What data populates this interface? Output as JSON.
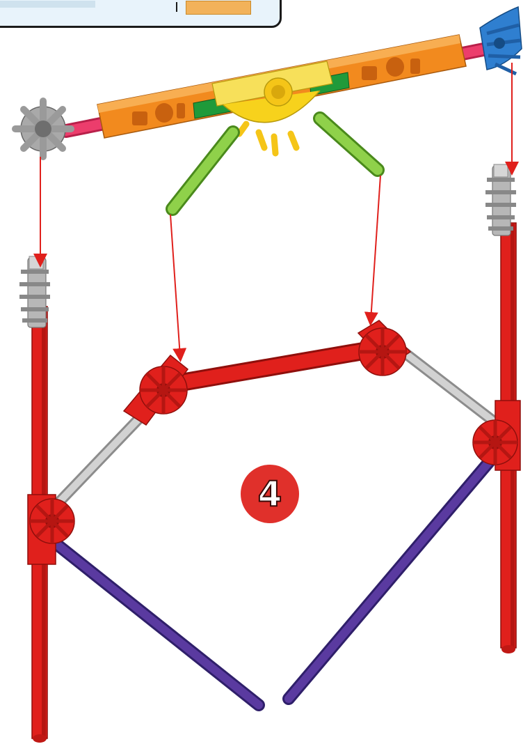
{
  "step": {
    "number": "4"
  },
  "colors": {
    "red_rod": "#e0201c",
    "red_rod_dark": "#a8120f",
    "purple_rod": "#5a3aa0",
    "gray_rod": "#c9c9c9",
    "orange_rod": "#f28a1e",
    "pink_rod": "#ec3d6c",
    "green_rod": "#7cc43a",
    "dark_green": "#1f9a3a",
    "yellow_connector": "#f7d21c",
    "blue_connector": "#2f7fd0",
    "gray_connector": "#a9a9a9",
    "arrow": "#e0201c",
    "badge": "#e0302b",
    "callout_bg": "#e8f3fb"
  },
  "parts": [
    "top-beam-assembly",
    "gray-hub-connector-left",
    "blue-connector-right",
    "yellow-center-connector",
    "green-rod-left",
    "green-rod-right",
    "left-red-post",
    "right-red-post",
    "lower-frame"
  ]
}
